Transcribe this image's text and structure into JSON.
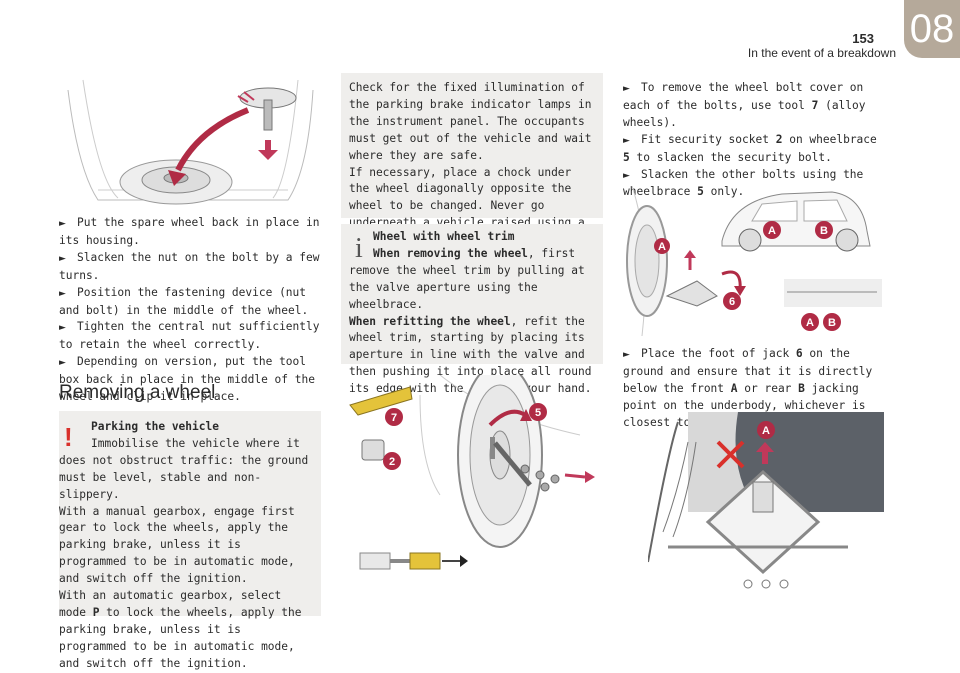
{
  "header": {
    "page_number": "153",
    "section_title": "In the event of a breakdown",
    "chapter": "08"
  },
  "col1": {
    "steps": [
      "Put the spare wheel back in place in its housing.",
      "Slacken the nut on the bolt by a few turns.",
      "Position the fastening device (nut and bolt) in the middle of the wheel.",
      "Tighten the central nut sufficiently to retain the wheel correctly.",
      "Depending on version, put the tool box back in place in the middle of the wheel and clip it in place."
    ],
    "heading": "Removing a wheel",
    "warning": {
      "title": "Parking the vehicle",
      "p1": "Immobilise the vehicle where it does not obstruct traffic: the ground must be level, stable and non-slippery.",
      "p2a": "With a manual gearbox, engage first gear to lock the wheels, apply the parking brake, unless it is programmed to be in automatic mode, and switch off the ignition.",
      "p3a": "With an automatic gearbox, select mode ",
      "p3b": "P",
      "p3c": " to lock the wheels, apply the parking brake, unless it is programmed to be in automatic mode, and switch off the ignition."
    }
  },
  "col2": {
    "note": {
      "p1": "Check for the fixed illumination of the parking brake indicator lamps in the instrument panel. The occupants must get out of the vehicle and wait where they are safe.",
      "p2": "If necessary, place a chock under the wheel diagonally opposite the wheel to be changed. Never go underneath a vehicle raised using a jack; use an axle stand."
    },
    "info": {
      "title": "Wheel with wheel trim",
      "b1": "When removing the wheel",
      "t1": ", first remove the wheel trim by pulling at the valve aperture using the wheelbrace.",
      "b2": "When refitting the wheel",
      "t2": ", refit the wheel trim, starting by placing its aperture in line with the valve and then pushing it into place all round its edge with the palm of your hand."
    },
    "figure_labels": [
      "7",
      "2",
      "5"
    ]
  },
  "col3": {
    "s1": "To remove the wheel bolt cover on each of the bolts, use tool ",
    "s1_b": "7",
    "s1_e": " (alloy wheels).",
    "s2": "Fit security socket ",
    "s2_b1": "2",
    "s2_m": " on wheelbrace ",
    "s2_b2": "5",
    "s2_e": " to slacken the security bolt.",
    "s3": "Slacken the other bolts using the wheelbrace ",
    "s3_b": "5",
    "s3_e": " only.",
    "s4": "Place the foot of jack ",
    "s4_b1": "6",
    "s4_m1": " on the ground and ensure that it is directly below the front ",
    "s4_b2": "A",
    "s4_m2": " or rear ",
    "s4_b3": "B",
    "s4_e": " jacking point on the underbody, whichever is closest to the wheel to be changed.",
    "figure_labels": [
      "A",
      "B",
      "6",
      "A",
      "B",
      "A"
    ]
  },
  "colors": {
    "accent": "#b5a99a",
    "callout": "#c0395a",
    "note_bg": "#efeeec",
    "warning": "#d9302b"
  }
}
